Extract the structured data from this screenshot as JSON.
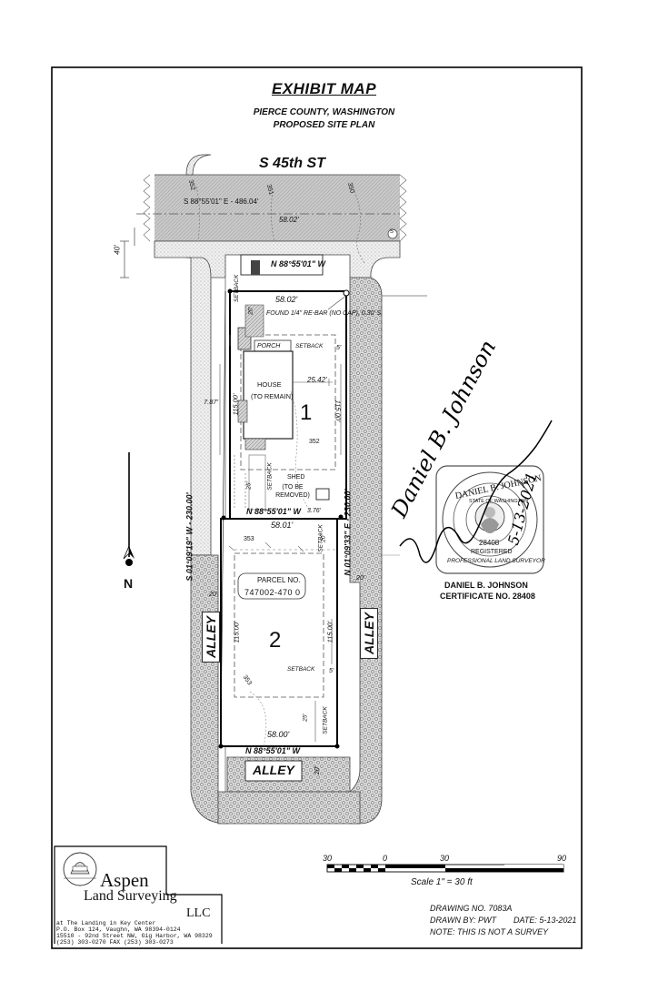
{
  "header": {
    "title": "EXHIBIT MAP",
    "county": "PIERCE COUNTY, WASHINGTON",
    "subtitle": "PROPOSED SITE PLAN"
  },
  "street": {
    "name": "S 45th ST",
    "bearing": "S 88°55'01\" E - 486.04'",
    "width_dim": "58.02'",
    "row_dim": "40'",
    "contours": [
      "352",
      "351",
      "350"
    ],
    "marker": "S"
  },
  "north_line": {
    "bearing": "N 88°55'01\" W"
  },
  "lot1": {
    "number": "1",
    "top_dim": "58.02'",
    "bottom_bearing": "N 88°55'01\" W",
    "bottom_dim": "58.01'",
    "found_note": "FOUND 1/4\" RE-BAR (NO CAP), 0.30' S",
    "setback_label": "SETBACK",
    "front_setback": "20'",
    "side_setback": "5'",
    "porch": "PORCH",
    "house": "HOUSE",
    "house_note": "(TO REMAIN)",
    "dim_25": "25.42'",
    "left_115": "115.00'",
    "right_115": "115.00'",
    "dim_787": "7.87'",
    "contour": "352",
    "shed": "SHED",
    "shed_note": "(TO BE REMOVED)",
    "shed_dim": "3.76'",
    "rear_setback": "25'"
  },
  "lot2": {
    "number": "2",
    "parcel_label": "PARCEL NO.",
    "parcel_number": "747002-470 0",
    "top_setback": "20'",
    "left_115": "115.00'",
    "right_115": "115.00'",
    "setback_label": "SETBACK",
    "side_setback": "5'",
    "rear_setback": "25'",
    "contour_top": "353",
    "contour_bottom": "353",
    "bottom_dim": "58.00'",
    "bottom_bearing": "N 88°55'01\" W"
  },
  "boundaries": {
    "west_bearing": "S 01°09'19\" W - 230.00'",
    "east_bearing": "N 01°09'33\" E - 230.00'",
    "alley_width": "20'"
  },
  "alleys": {
    "west": "ALLEY",
    "east": "ALLEY",
    "south": "ALLEY"
  },
  "north_arrow": "N",
  "scale": {
    "ticks": [
      "30",
      "0",
      "30",
      "90"
    ],
    "label": "Scale 1\" = 30 ft"
  },
  "seal": {
    "name_top": "DANIEL B. JOHNSON",
    "state": "STATE OF WASHINGTON",
    "number": "28408",
    "registered": "REGISTERED",
    "bottom": "PROFESSIONAL LAND SURVEYOR",
    "signature": "Daniel B. Johnson",
    "date": "5-13-2021",
    "caption_name": "DANIEL B. JOHNSON",
    "caption_cert": "CERTIFICATE NO. 28408"
  },
  "company": {
    "name1": "Aspen",
    "name2": "Land Surveying",
    "name3": "LLC",
    "addr1": "at The Landing in Key Center",
    "addr2": "P.O. Box 124, Vaughn,  WA  98394-0124",
    "addr3": "15510 - 92nd Street NW, Gig Harbor, WA 98329",
    "addr4": "(253) 303-0270        FAX (253) 303-0273"
  },
  "notes": {
    "drawing": "DRAWING NO. 7083A",
    "drawn_by": "DRAWN BY: PWT",
    "date": "DATE:  5-13-2021",
    "note": "NOTE:  THIS IS NOT A SURVEY"
  }
}
